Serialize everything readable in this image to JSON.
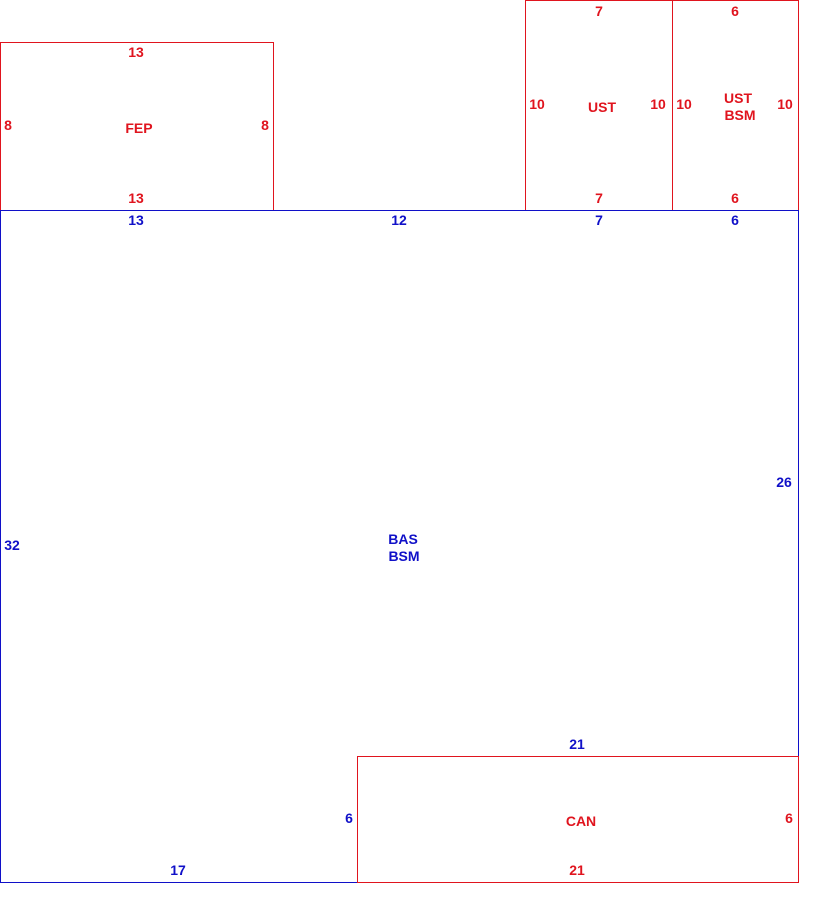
{
  "colors": {
    "red": "#e0141e",
    "blue": "#1010c8",
    "background": "#ffffff"
  },
  "areas": [
    {
      "id": "fep",
      "name": [
        "FEP"
      ],
      "color": "red",
      "top": "13",
      "bottom": "13",
      "left": "8",
      "right": "8"
    },
    {
      "id": "ust",
      "name": [
        "UST"
      ],
      "color": "red",
      "top": "7",
      "bottom": "7",
      "left": "10",
      "right": "10"
    },
    {
      "id": "ust-bsm",
      "name": [
        "UST",
        "BSM"
      ],
      "color": "red",
      "top": "6",
      "bottom": "6",
      "left": "10",
      "right": "10"
    },
    {
      "id": "bas-bsm",
      "name": [
        "BAS",
        "BSM"
      ],
      "color": "blue",
      "top_segments": [
        "13",
        "12",
        "7",
        "6"
      ],
      "left": "32",
      "right": "26",
      "bottom": "17",
      "notch_top": "21",
      "notch_side": "6"
    },
    {
      "id": "can",
      "name": [
        "CAN"
      ],
      "color": "red",
      "bottom": "21",
      "right": "6"
    }
  ]
}
